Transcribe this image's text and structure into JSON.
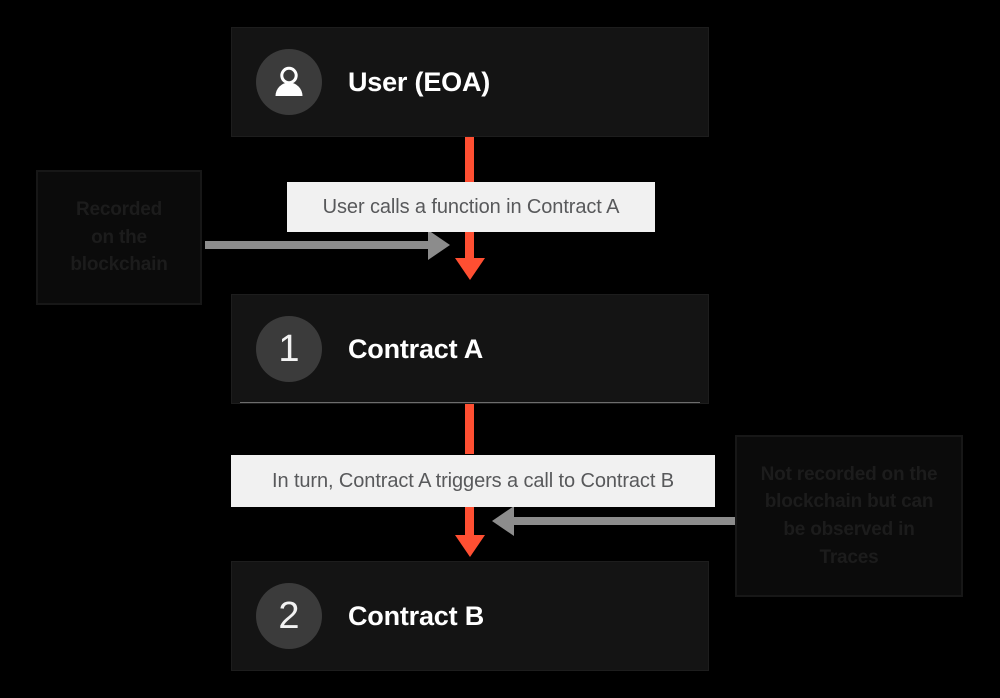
{
  "diagram": {
    "background_color": "#000000",
    "accent_color": "#ff4f32",
    "gray_arrow_color": "#8c8c8c",
    "nodes": [
      {
        "id": "user",
        "title": "User (EOA)",
        "badge_type": "person-icon",
        "badge": ""
      },
      {
        "id": "contract-a",
        "title": "Contract A",
        "badge_type": "number",
        "badge": "1"
      },
      {
        "id": "contract-b",
        "title": "Contract B",
        "badge_type": "number",
        "badge": "2"
      }
    ],
    "captions": [
      {
        "id": "caption-user-calls",
        "text": "User calls a function in Contract A"
      },
      {
        "id": "caption-contract-triggers",
        "text": "In turn, Contract A triggers a call to Contract B"
      }
    ],
    "annotations": [
      {
        "id": "annotation-recorded",
        "line1": "Recorded",
        "line2": "on the",
        "line3": "blockchain"
      },
      {
        "id": "annotation-not-recorded",
        "line1": "Not recorded on the",
        "line2": "blockchain but can",
        "line3": "be observed in",
        "line4": "Traces"
      }
    ]
  }
}
